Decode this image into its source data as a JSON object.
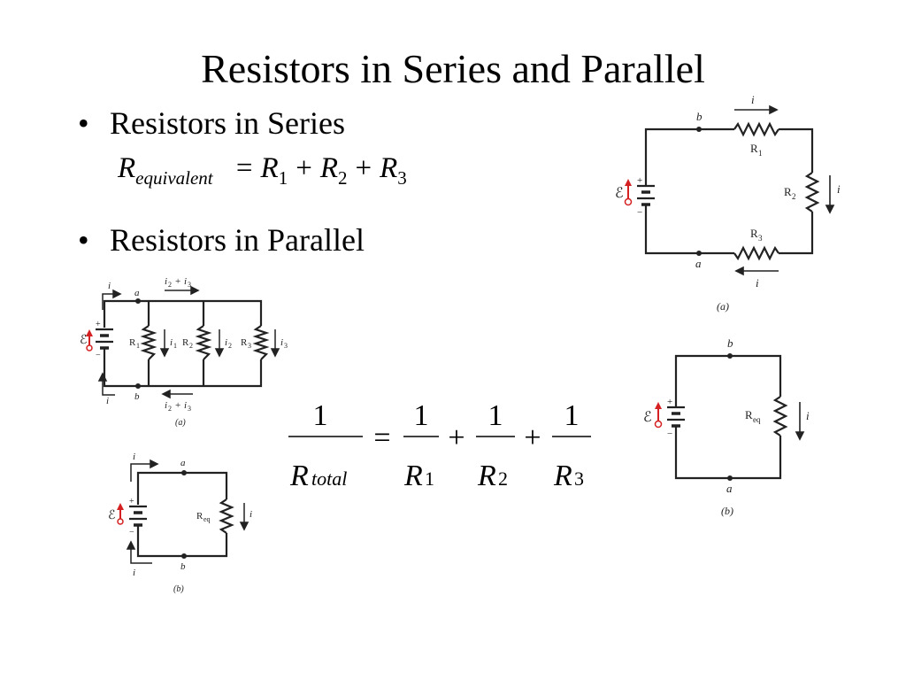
{
  "title": "Resistors in Series and Parallel",
  "bullets": [
    {
      "marker": "•",
      "text": "Resistors in Series"
    },
    {
      "marker": "•",
      "text": "Resistors in Parallel"
    }
  ],
  "series_equation": {
    "lhs": "R",
    "lhs_sub": "equivalent",
    "eq": "=",
    "terms": [
      {
        "sym": "R",
        "sub": "1"
      },
      {
        "sym": "R",
        "sub": "2"
      },
      {
        "sym": "R",
        "sub": "3"
      }
    ],
    "plus": "+"
  },
  "parallel_equation": {
    "one": "1",
    "lhs_den": "R",
    "lhs_den_sub": "total",
    "eq": "=",
    "plus": "+",
    "terms": [
      {
        "sym": "R",
        "sub": "1"
      },
      {
        "sym": "R",
        "sub": "2"
      },
      {
        "sym": "R",
        "sub": "3"
      }
    ]
  },
  "diagrams": {
    "series_a": {
      "node_top": "b",
      "node_bottom": "a",
      "current": "i",
      "r1": "R",
      "r1_sub": "1",
      "r2": "R",
      "r2_sub": "2",
      "r3": "R",
      "r3_sub": "3",
      "emf": "ℰ",
      "plus": "+",
      "minus": "−",
      "caption": "(a)"
    },
    "series_b": {
      "node_top": "b",
      "node_bottom": "a",
      "current": "i",
      "req": "R",
      "req_sub": "eq",
      "emf": "ℰ",
      "plus": "+",
      "minus": "−",
      "caption": "(b)"
    },
    "parallel_a": {
      "node_top": "a",
      "node_bottom": "b",
      "current": "i",
      "top_current": "i",
      "top_current_sub1": "2",
      "top_current_sub2": "3",
      "r1": "R",
      "r1_sub": "1",
      "r2": "R",
      "r2_sub": "2",
      "r3": "R",
      "r3_sub": "3",
      "i1": "i",
      "i1_sub": "1",
      "i2": "i",
      "i2_sub": "2",
      "i3": "i",
      "i3_sub": "3",
      "emf": "ℰ",
      "plus": "+",
      "minus": "−",
      "caption": "(a)"
    },
    "parallel_b": {
      "node_top": "a",
      "node_bottom": "b",
      "current": "i",
      "req": "R",
      "req_sub": "eq",
      "emf": "ℰ",
      "plus": "+",
      "minus": "−",
      "caption": "(b)"
    }
  },
  "colors": {
    "text": "#000000",
    "wire": "#222222",
    "emf_arrow": "#d42020",
    "background": "#ffffff"
  }
}
